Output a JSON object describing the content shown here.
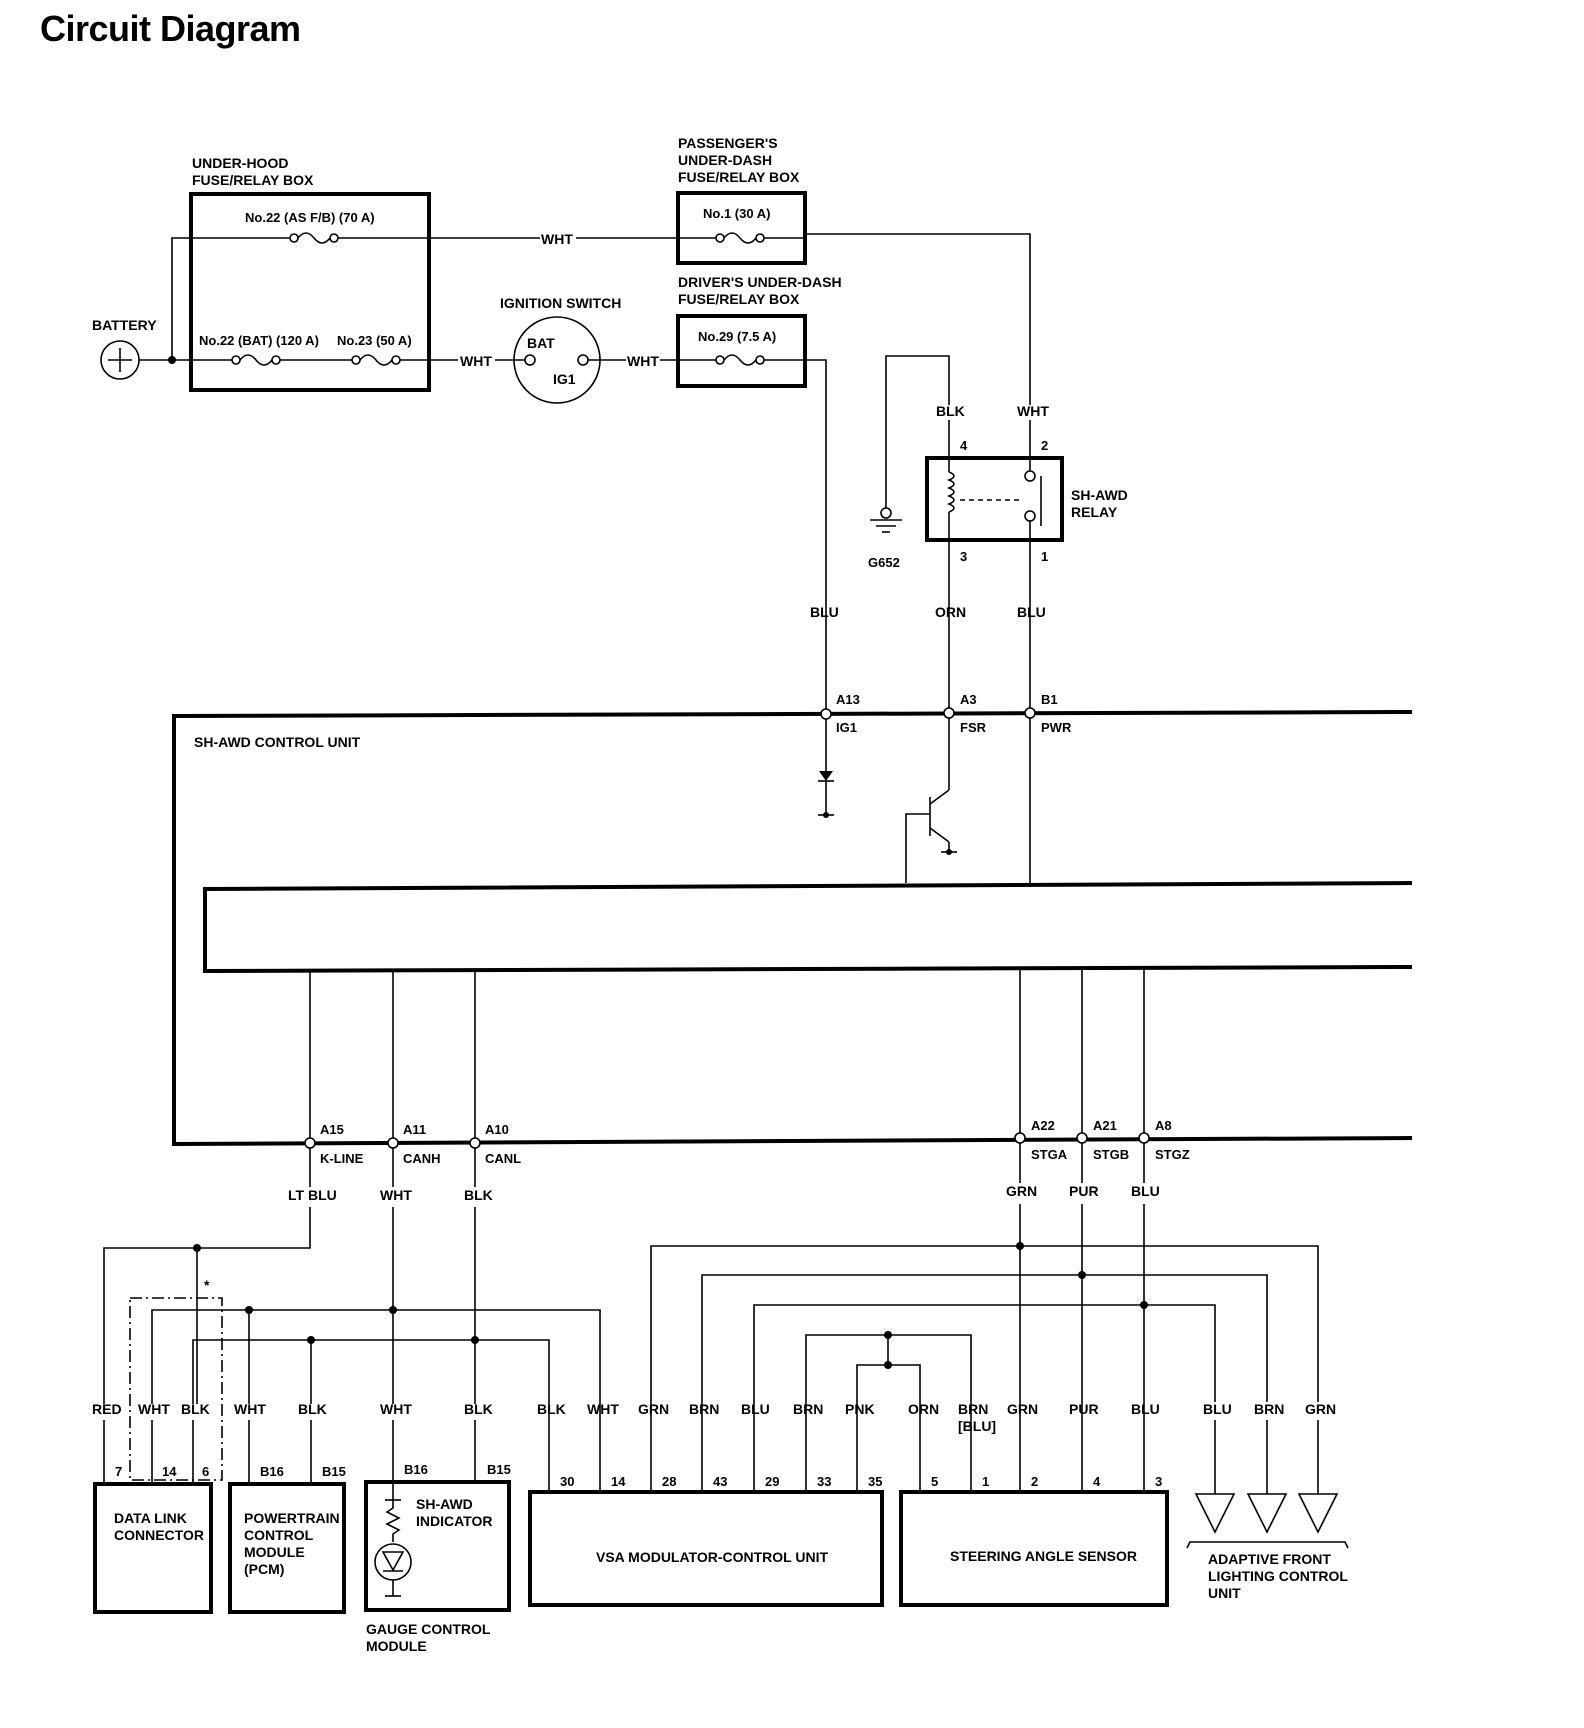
{
  "title": "Circuit Diagram",
  "boxes": {
    "underhood": {
      "name1": "UNDER-HOOD",
      "name2": "FUSE/RELAY BOX",
      "fuse1": "No.22 (AS F/B) (70 A)",
      "fuse2": "No.22 (BAT) (120 A)",
      "fuse3": "No.23 (50 A)"
    },
    "passenger": {
      "name1": "PASSENGER'S",
      "name2": "UNDER-DASH",
      "name3": "FUSE/RELAY BOX",
      "fuse": "No.1 (30 A)"
    },
    "driver": {
      "name1": "DRIVER'S UNDER-DASH",
      "name2": "FUSE/RELAY BOX",
      "fuse": "No.29 (7.5 A)"
    },
    "battery": "BATTERY",
    "ignition": {
      "name": "IGNITION SWITCH",
      "bat": "BAT",
      "ig1": "IG1"
    },
    "relay": {
      "name1": "SH-AWD",
      "name2": "RELAY",
      "p4": "4",
      "p2": "2",
      "p3": "3",
      "p1": "1"
    },
    "ground": "G652",
    "control_unit": "SH-AWD CONTROL UNIT",
    "dlc": {
      "name1": "DATA LINK",
      "name2": "CONNECTOR",
      "p7": "7",
      "p14": "14",
      "p6": "6"
    },
    "pcm": {
      "name1": "POWERTRAIN",
      "name2": "CONTROL",
      "name3": "MODULE",
      "name4": "(PCM)",
      "p1": "B16",
      "p2": "B15"
    },
    "gauge": {
      "ind1": "SH-AWD",
      "ind2": "INDICATOR",
      "name1": "GAUGE CONTROL",
      "name2": "MODULE",
      "p1": "B16",
      "p2": "B15"
    },
    "vsa": {
      "name": "VSA MODULATOR-CONTROL UNIT",
      "pins": [
        "30",
        "14",
        "28",
        "43",
        "29",
        "33",
        "35"
      ]
    },
    "sas": {
      "name": "STEERING ANGLE SENSOR",
      "pins": [
        "5",
        "1",
        "2",
        "4",
        "3"
      ]
    },
    "afl": {
      "name1": "ADAPTIVE FRONT",
      "name2": "LIGHTING CONTROL",
      "name3": "UNIT"
    }
  },
  "terminals": {
    "a13": "A13",
    "ig1": "IG1",
    "a3": "A3",
    "fsr": "FSR",
    "b1": "B1",
    "pwr": "PWR",
    "a15": "A15",
    "kline": "K-LINE",
    "a11": "A11",
    "canh": "CANH",
    "a10": "A10",
    "canl": "CANL",
    "a22": "A22",
    "stga": "STGA",
    "a21": "A21",
    "stgb": "STGB",
    "a8": "A8",
    "stgz": "STGZ"
  },
  "wires": {
    "wht_top": "WHT",
    "wht_ign_in": "WHT",
    "wht_ign_out": "WHT",
    "blk_gnd": "BLK",
    "wht_relay": "WHT",
    "blu_ig1": "BLU",
    "orn_fsr": "ORN",
    "blu_pwr": "BLU",
    "ltblu": "LT BLU",
    "wht_canh": "WHT",
    "blk_canl": "BLK",
    "grn_stga": "GRN",
    "pur_stgb": "PUR",
    "blu_stgz": "BLU",
    "bottom": [
      "RED",
      "WHT",
      "BLK",
      "WHT",
      "BLK",
      "WHT",
      "BLK",
      "BLK",
      "WHT",
      "GRN",
      "BRN",
      "BLU",
      "BRN",
      "PNK",
      "ORN",
      "BRN",
      "GRN",
      "PUR",
      "BLU",
      "BLU",
      "BRN",
      "GRN"
    ],
    "brn_alt": "[BLU]",
    "asterisk": "*"
  }
}
